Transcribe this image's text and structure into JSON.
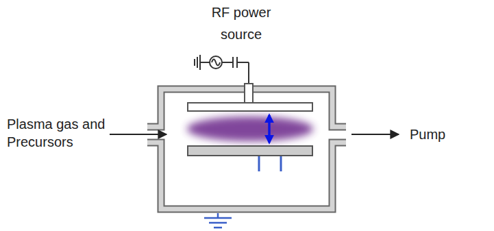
{
  "diagram": {
    "labels": [
      "RF power source",
      "Plasma gas and Precursors",
      "Pump"
    ]
  }
}
